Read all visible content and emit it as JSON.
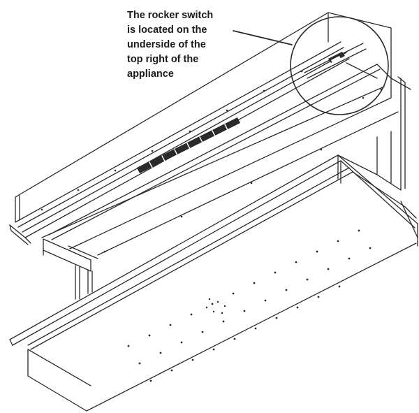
{
  "callout": {
    "lines": [
      "The rocker switch",
      "is located on the",
      "underside of the",
      "top right of the",
      "appliance"
    ]
  },
  "colors": {
    "line": "#2a2a2a",
    "background": "#ffffff"
  }
}
